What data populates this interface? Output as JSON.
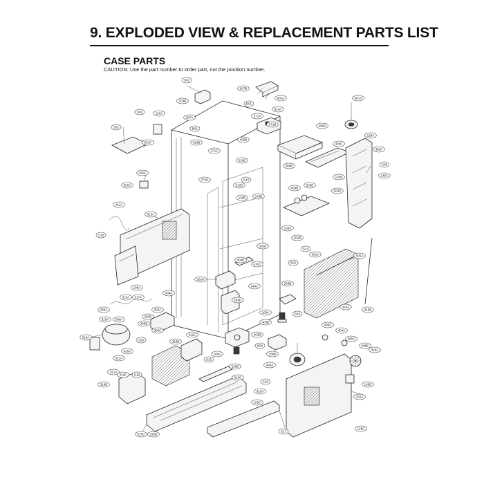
{
  "page": {
    "title": "9. EXPLODED VIEW & REPLACEMENT PARTS LIST",
    "section": "CASE PARTS",
    "caution": "CAUTION: Use the part number to order part, not the position number."
  },
  "callouts": [
    {
      "id": "c1",
      "text": "S01"
    },
    {
      "id": "c2",
      "text": "103B"
    },
    {
      "id": "c3",
      "text": "207B"
    },
    {
      "id": "c4",
      "text": "402A"
    },
    {
      "id": "c5",
      "text": "B01"
    },
    {
      "id": "c6",
      "text": "610A"
    },
    {
      "id": "c7",
      "text": "271A"
    },
    {
      "id": "c8",
      "text": "271B"
    },
    {
      "id": "c9",
      "text": "409D"
    },
    {
      "id": "c10",
      "text": "697A"
    },
    {
      "id": "c11",
      "text": "S01"
    },
    {
      "id": "c12",
      "text": "103A"
    },
    {
      "id": "c13",
      "text": "S02"
    },
    {
      "id": "c14",
      "text": "501F"
    },
    {
      "id": "c15",
      "text": "415C"
    },
    {
      "id": "c16",
      "text": "500A"
    },
    {
      "id": "c17",
      "text": "411A"
    },
    {
      "id": "c18",
      "text": "S18"
    },
    {
      "id": "c19",
      "text": "313A"
    },
    {
      "id": "c20",
      "text": "207A"
    },
    {
      "id": "c21",
      "text": "B01"
    },
    {
      "id": "c22",
      "text": "610B"
    },
    {
      "id": "c23",
      "text": "271C"
    },
    {
      "id": "c24",
      "text": "405B"
    },
    {
      "id": "c25",
      "text": "610B"
    },
    {
      "id": "c26",
      "text": "271D"
    },
    {
      "id": "c27",
      "text": "610D"
    },
    {
      "id": "c28",
      "text": "S10"
    },
    {
      "id": "c29",
      "text": "145B"
    },
    {
      "id": "c30",
      "text": "409C"
    },
    {
      "id": "c31",
      "text": "409B"
    },
    {
      "id": "c32",
      "text": "503E"
    },
    {
      "id": "c33",
      "text": "503D"
    },
    {
      "id": "c34",
      "text": "128A"
    },
    {
      "id": "c35",
      "text": "382F"
    },
    {
      "id": "c36",
      "text": "S08"
    },
    {
      "id": "c37",
      "text": "145A"
    },
    {
      "id": "c38",
      "text": "135B"
    },
    {
      "id": "c39",
      "text": "409B"
    },
    {
      "id": "c40",
      "text": "158A"
    },
    {
      "id": "c41",
      "text": "262B"
    },
    {
      "id": "c42",
      "text": "S14"
    },
    {
      "id": "c43",
      "text": "301A"
    },
    {
      "id": "c44",
      "text": "B02"
    },
    {
      "id": "c45",
      "text": "405A"
    },
    {
      "id": "c46",
      "text": "406B"
    },
    {
      "id": "c47",
      "text": "610C"
    },
    {
      "id": "c48",
      "text": "262H"
    },
    {
      "id": "c49",
      "text": "249C"
    },
    {
      "id": "c50",
      "text": "263B"
    },
    {
      "id": "c51",
      "text": "106A"
    },
    {
      "id": "c52",
      "text": "304A"
    },
    {
      "id": "c53",
      "text": "318A"
    },
    {
      "id": "c54",
      "text": "317A"
    },
    {
      "id": "c55",
      "text": "308A"
    },
    {
      "id": "c56",
      "text": "303A"
    },
    {
      "id": "c57",
      "text": "303D"
    },
    {
      "id": "c58",
      "text": "303C"
    },
    {
      "id": "c59",
      "text": "303B"
    },
    {
      "id": "c60",
      "text": "310A"
    },
    {
      "id": "c61",
      "text": "500A"
    },
    {
      "id": "c62",
      "text": "316A"
    },
    {
      "id": "c63",
      "text": "S20"
    },
    {
      "id": "c64",
      "text": "420A"
    },
    {
      "id": "c65",
      "text": "312A"
    },
    {
      "id": "c66",
      "text": "321A"
    },
    {
      "id": "c67",
      "text": "319C"
    },
    {
      "id": "c68",
      "text": "S19"
    },
    {
      "id": "c69",
      "text": "319B"
    },
    {
      "id": "c70",
      "text": "323B"
    },
    {
      "id": "c71",
      "text": "312C"
    },
    {
      "id": "c72",
      "text": "S15"
    },
    {
      "id": "c73",
      "text": "106A"
    },
    {
      "id": "c74",
      "text": "318B"
    },
    {
      "id": "c75",
      "text": "315C"
    },
    {
      "id": "c76",
      "text": "S16"
    },
    {
      "id": "c77",
      "text": "315A"
    },
    {
      "id": "c78",
      "text": "103C"
    },
    {
      "id": "c79",
      "text": "315C"
    },
    {
      "id": "c80",
      "text": "315B"
    },
    {
      "id": "c81",
      "text": "S17"
    },
    {
      "id": "c82",
      "text": "263B"
    },
    {
      "id": "c83",
      "text": "B03"
    },
    {
      "id": "c84",
      "text": "106A"
    },
    {
      "id": "c85",
      "text": "405B"
    },
    {
      "id": "c86",
      "text": "158B"
    },
    {
      "id": "c87",
      "text": "B03"
    },
    {
      "id": "c88",
      "text": "406F"
    },
    {
      "id": "c89",
      "text": "404A"
    },
    {
      "id": "c90",
      "text": "406A"
    },
    {
      "id": "c91",
      "text": "405C"
    },
    {
      "id": "c92",
      "text": "409E"
    },
    {
      "id": "c93",
      "text": "320A"
    },
    {
      "id": "c94",
      "text": "130D"
    },
    {
      "id": "c95",
      "text": "135C"
    },
    {
      "id": "c96",
      "text": "132A"
    },
    {
      "id": "c97",
      "text": "416B"
    },
    {
      "id": "c98",
      "text": "416A"
    },
    {
      "id": "c99",
      "text": "332B"
    },
    {
      "id": "c100",
      "text": "249D"
    },
    {
      "id": "c101",
      "text": "143B"
    }
  ]
}
